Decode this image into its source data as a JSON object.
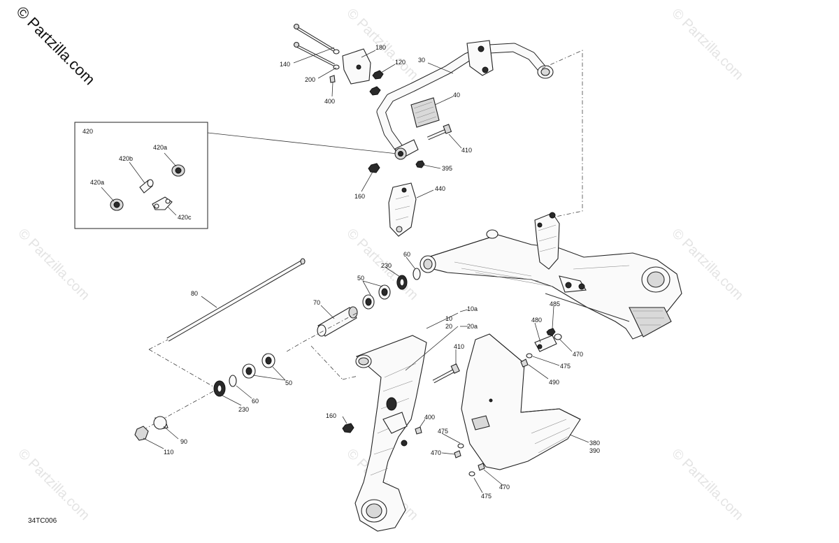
{
  "brand": "© Partzilla.com",
  "watermark": "© Partzilla.com",
  "diagram_code": "34TC006",
  "inset": {
    "title": "420",
    "labels": [
      "420b",
      "420a",
      "420a",
      "420c"
    ]
  },
  "labels": {
    "l140": "140",
    "l180": "180",
    "l120": "120",
    "l30": "30",
    "l200": "200",
    "l400a": "400",
    "l40": "40",
    "l410a": "410",
    "l395": "395",
    "l160a": "160",
    "l440": "440",
    "l60a": "60",
    "l230a": "230",
    "l50a": "50",
    "l80": "80",
    "l70": "70",
    "l10": "10",
    "l10a": "10a",
    "l20": "20",
    "l20a": "20a",
    "l485": "485",
    "l480": "480",
    "l470a": "470",
    "l475a": "475",
    "l490": "490",
    "l410b": "410",
    "l50b": "50",
    "l60b": "60",
    "l230b": "230",
    "l160b": "160",
    "l400b": "400",
    "l475b": "475",
    "l470b": "470",
    "l90": "90",
    "l110": "110",
    "l380": "380",
    "l390": "390",
    "l470c": "470",
    "l475c": "475"
  }
}
